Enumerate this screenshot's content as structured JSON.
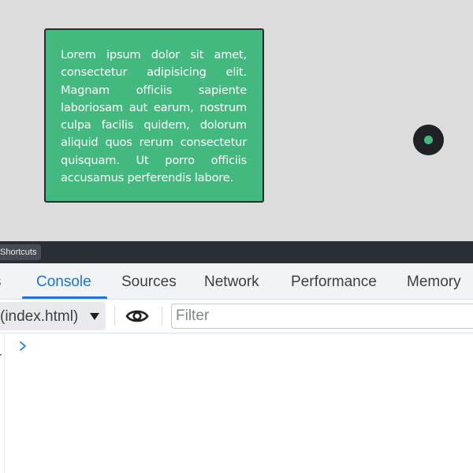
{
  "page": {
    "card_text": "Lorem ipsum dolor sit amet, consectetur adipisicing elit. Magnam officiis sapiente laboriosam aut earum, nostrum culpa facilis quidem, dolorum aliquid quos rerum consectetur quisquam. Ut porro officiis accusamus perferendis labore.",
    "card_color": "#43b97f",
    "dot_color": "#202124",
    "dot_inner_color": "#43b97f"
  },
  "devtools": {
    "shortcuts_label": "Shortcuts",
    "tabs": [
      {
        "label": "s",
        "active": false
      },
      {
        "label": "Console",
        "active": true
      },
      {
        "label": "Sources",
        "active": false
      },
      {
        "label": "Network",
        "active": false
      },
      {
        "label": "Performance",
        "active": false
      },
      {
        "label": "Memory",
        "active": false
      }
    ],
    "accent_color": "#1a73e8",
    "toolbar": {
      "context_label": "(index.html)",
      "eye_icon": "eye-icon",
      "filter_placeholder": "Filter",
      "filter_value": ""
    },
    "console": {
      "prompt_icon": "chevron-right-icon"
    }
  }
}
